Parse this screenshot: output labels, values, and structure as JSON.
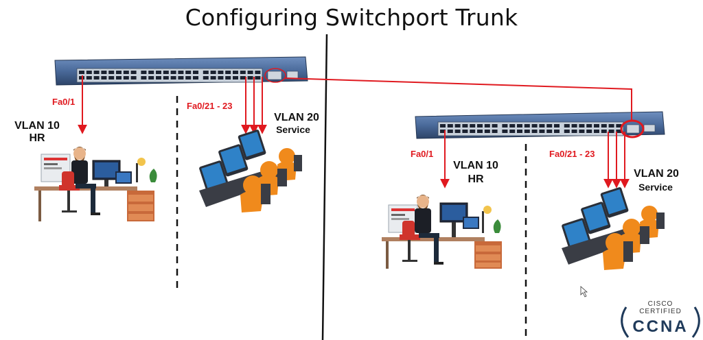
{
  "title": "Configuring Switchport Trunk",
  "left": {
    "port_a": "Fa0/1",
    "port_b": "Fa0/21 - 23",
    "vlan10": "VLAN 10",
    "vlan10_name": "HR",
    "vlan20": "VLAN 20",
    "vlan20_name": "Service"
  },
  "right": {
    "port_a": "Fa0/1",
    "port_b": "Fa0/21 - 23",
    "vlan10": "VLAN 10",
    "vlan10_name": "HR",
    "vlan20": "VLAN 20",
    "vlan20_name": "Service"
  },
  "badge": {
    "line1": "CISCO",
    "line2": "CERTIFIED",
    "line3": "CCNA"
  },
  "colors": {
    "link": "#e0191f",
    "switch_body": "#4a6a9a",
    "screen": "#2b5d9e",
    "operator": "#f08a1c"
  }
}
